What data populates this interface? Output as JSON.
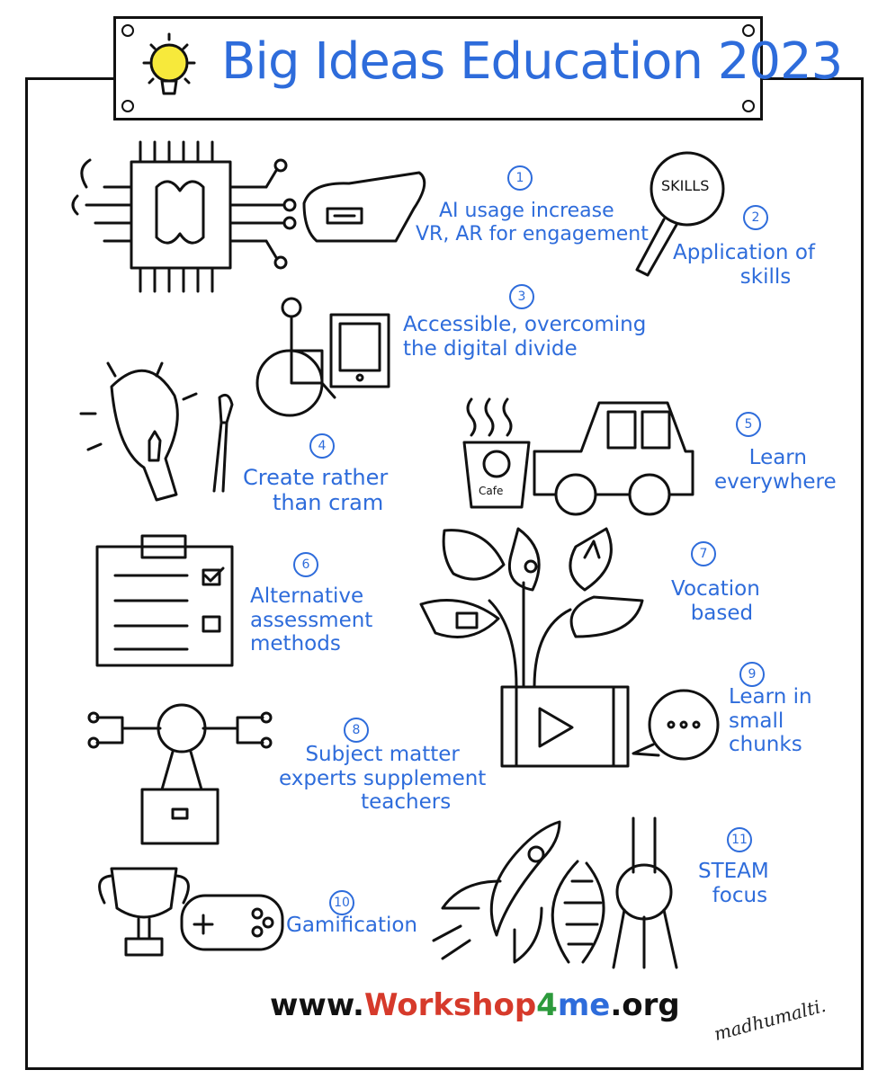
{
  "header": {
    "title": "Big Ideas Education 2023"
  },
  "ideas": [
    {
      "number": "1",
      "lines": [
        "AI usage increase",
        "VR, AR for engagement"
      ]
    },
    {
      "number": "2",
      "lines": [
        "Application of",
        "skills"
      ]
    },
    {
      "number": "3",
      "lines": [
        "Accessible, overcoming",
        "the digital divide"
      ]
    },
    {
      "number": "4",
      "lines": [
        "Create rather",
        "than cram"
      ]
    },
    {
      "number": "5",
      "lines": [
        "Learn",
        "everywhere"
      ]
    },
    {
      "number": "6",
      "lines": [
        "Alternative",
        "assessment",
        "methods"
      ]
    },
    {
      "number": "7",
      "lines": [
        "Vocation",
        "based"
      ]
    },
    {
      "number": "8",
      "lines": [
        "Subject matter",
        "experts supplement",
        "teachers"
      ]
    },
    {
      "number": "9",
      "lines": [
        "Learn in",
        "small",
        "chunks"
      ]
    },
    {
      "number": "10",
      "lines": [
        "Gamification"
      ]
    },
    {
      "number": "11",
      "lines": [
        "STEAM",
        "focus"
      ]
    }
  ],
  "icon_labels": {
    "skills": "SKILLS",
    "cafe": "Cafe"
  },
  "footer": {
    "prefix": "www.",
    "brand_w": "W",
    "brand_rest": "orkshop",
    "brand_4": "4",
    "brand_me": "me",
    "suffix": ".org"
  },
  "signature": "madhumalti.",
  "colors": {
    "accent": "#2e6cdb",
    "bulb": "#f7e93b",
    "brand_red": "#d63a2b",
    "brand_green": "#2c9a3c",
    "ink": "#111111"
  }
}
